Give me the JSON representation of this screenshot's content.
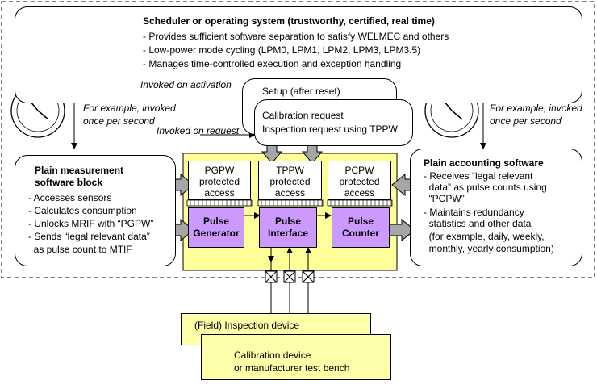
{
  "scheduler": {
    "title": "Scheduler or operating system (trustworthy, certified, real time)",
    "lines": [
      "- Provides sufficient software separation to satisfy WELMEC and others",
      "- Low-power mode cycling (LPM0, LPM1, LPM2, LPM3, LPM3.5)",
      "- Manages time-controlled execution and exception handling"
    ]
  },
  "clock_notes": {
    "left": [
      "For example, invoked",
      "once per second"
    ],
    "right": [
      "For example, invoked",
      "once per second"
    ]
  },
  "invocations": {
    "activation": "Invoked on activation",
    "request": "Invoked on request"
  },
  "setup_box": {
    "label": "Setup (after reset)"
  },
  "calibration_box": {
    "lines": [
      "Calibration request",
      "Inspection request using TPPW"
    ]
  },
  "measurement": {
    "title": [
      "Plain measurement",
      "software block"
    ],
    "lines": [
      "- Accesses sensors",
      "- Calculates consumption",
      "- Unlocks MRIF with “PGPW”",
      "- Sends “legal relevant data”",
      "  as pulse count to MTIF"
    ]
  },
  "accounting": {
    "title": "Plain accounting software",
    "lines": [
      "- Receives “legal relevant",
      "  data” as pulse counts using",
      "  “PCPW”",
      "- Maintains redundancy",
      "  statistics and other data",
      "  (for example, daily, weekly,",
      "  monthly, yearly consumption)"
    ]
  },
  "protected": {
    "pgpw": [
      "PGPW",
      "protected",
      "access"
    ],
    "tppw": [
      "TPPW",
      "protected",
      "access"
    ],
    "pcpw": [
      "PCPW",
      "protected",
      "access"
    ]
  },
  "pulse": {
    "generator": [
      "Pulse",
      "Generator"
    ],
    "interface": [
      "Pulse",
      "Interface"
    ],
    "counter": [
      "Pulse",
      "Counter"
    ]
  },
  "devices": {
    "inspection": "(Field) Inspection device",
    "calibration": [
      "Calibration device",
      "or manufacturer test bench"
    ]
  },
  "colors": {
    "chip": "#ffff99",
    "pulse_block": "#cc99ff",
    "device": "#ffffaa",
    "arrow_fill": "#a6a6a6"
  },
  "icons": [
    "clock-icon",
    "block-arrow-icon",
    "pin-icon",
    "switch-icon"
  ]
}
